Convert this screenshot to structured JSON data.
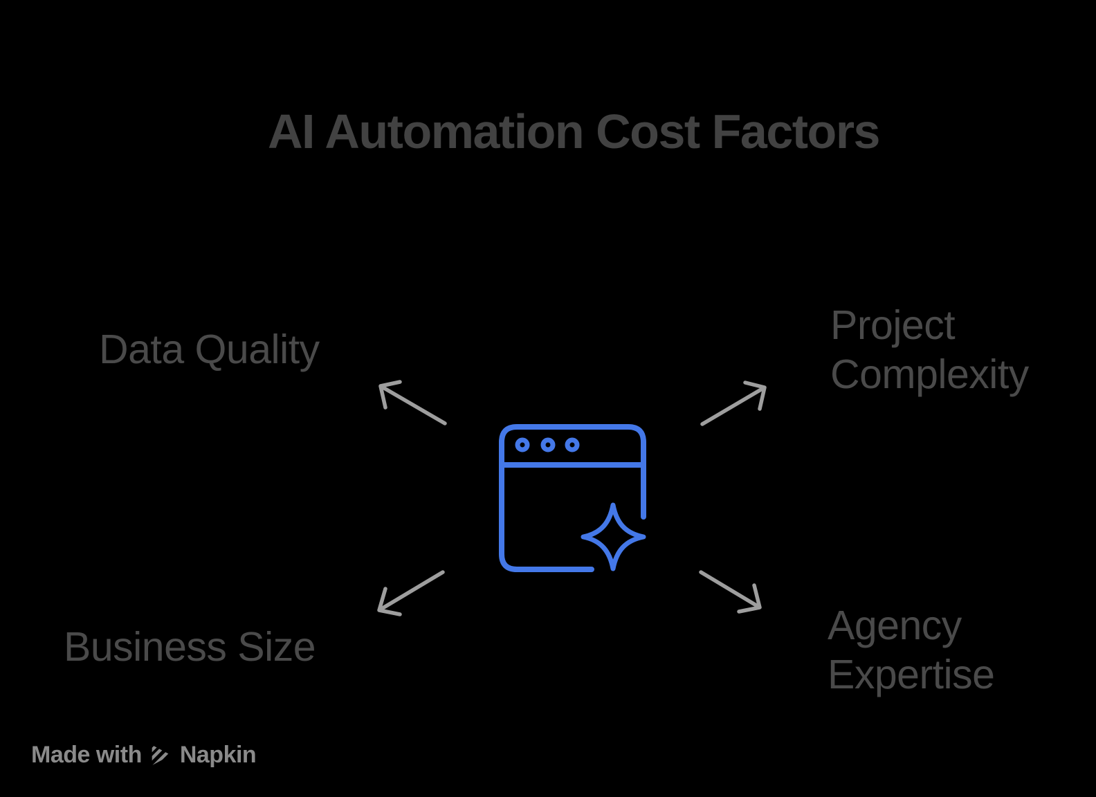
{
  "title": "AI Automation Cost Factors",
  "center_icon": "browser-window-sparkle-icon",
  "factors": [
    {
      "id": "data-quality",
      "label": "Data Quality",
      "position": "top-left"
    },
    {
      "id": "project-complexity",
      "label": "Project Complexity",
      "position": "top-right"
    },
    {
      "id": "business-size",
      "label": "Business Size",
      "position": "bottom-left"
    },
    {
      "id": "agency-expertise",
      "label": "Agency Expertise",
      "position": "bottom-right"
    }
  ],
  "watermark": {
    "prefix": "Made with",
    "brand": "Napkin"
  },
  "colors": {
    "background": "#000000",
    "title": "#424242",
    "label": "#4a4a4a",
    "arrow": "#9e9e9e",
    "icon": "#4478e8",
    "watermark": "#8a8a8a"
  }
}
